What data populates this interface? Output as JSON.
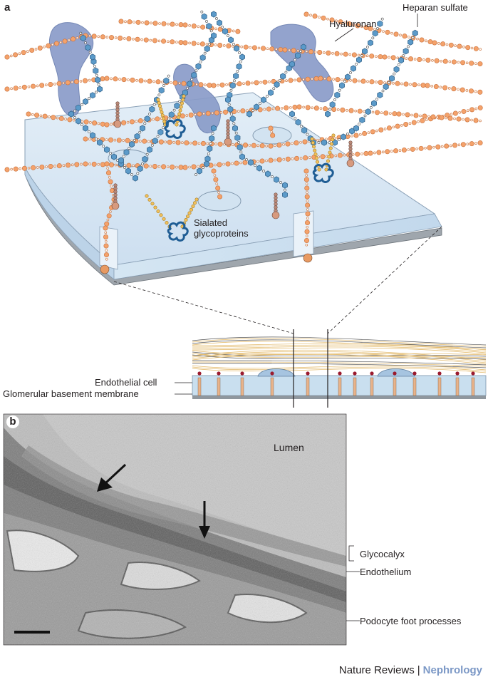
{
  "panel_a": {
    "letter": "a",
    "labels": {
      "heparan_sulfate": "Heparan sulfate",
      "hyaluronan": "Hyaluronan",
      "sialated_line1": "Sialated",
      "sialated_line2": "glycoproteins",
      "endothelial_cell": "Endothelial cell",
      "gbm": "Glomerular basement membrane"
    }
  },
  "panel_b": {
    "letter": "b",
    "labels": {
      "lumen": "Lumen",
      "glycocalyx": "Glycocalyx",
      "endothelium": "Endothelium",
      "podocyte": "Podocyte foot processes"
    }
  },
  "footer": {
    "publisher": "Nature Reviews",
    "separator": "|",
    "journal": "Nephrology"
  },
  "colors": {
    "orange_bead": "#f4a26b",
    "blue_bead": "#5b9ac9",
    "cell_fill": "#d6e7f3",
    "membrane": "#7f8fa3",
    "hyaluronan_blob": "#8a9cc9",
    "micrograph_bg": "#b8b8b8"
  }
}
